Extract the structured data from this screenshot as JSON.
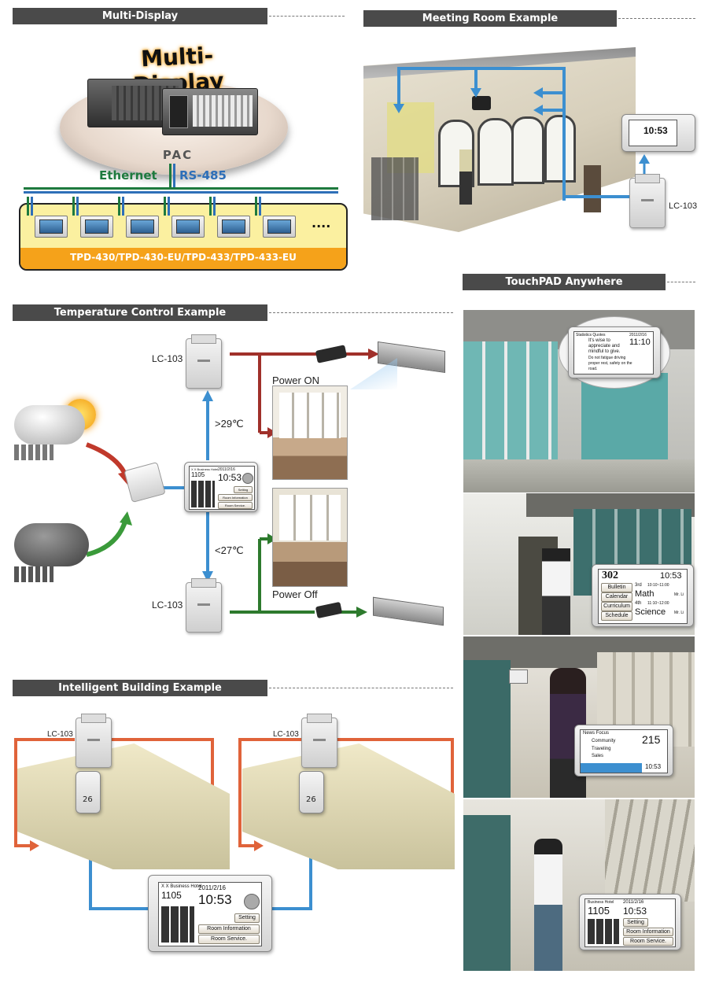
{
  "sections": {
    "multi_display": "Multi-Display",
    "meeting_room": "Meeting Room Example",
    "touchpad_anywhere": "TouchPAD Anywhere",
    "temperature_control": "Temperature Control Example",
    "intelligent_building": "Intelligent Building Example"
  },
  "multi_display": {
    "logo_text": "Multi-Display",
    "pac_label": "PAC",
    "ethernet_label": "Ethernet",
    "rs485_label": "RS-485",
    "ellipsis": "....",
    "models_label": "TPD-430/TPD-430-EU/TPD-433/TPD-433-EU",
    "colors": {
      "ethernet": "#1e7a3e",
      "rs485": "#2e6fb8",
      "models_bar": "#f5a21a",
      "device_strip": "#fbf0a0"
    }
  },
  "meeting_room": {
    "device_label": "LC-103",
    "screen_time": "10:53"
  },
  "temperature": {
    "lc_top_label": "LC-103",
    "lc_bottom_label": "LC-103",
    "hot_threshold": ">29℃",
    "cold_threshold": "<27℃",
    "power_on_label": "Power ON",
    "power_off_label": "Power Off",
    "panel": {
      "hotel": "X X Business Hotel",
      "room": "1105",
      "date": "2011/2/16",
      "time": "10:53",
      "setting": "Setting",
      "room_info": "Room Information",
      "room_service": "Room Service."
    },
    "colors": {
      "hot": "#a0302a",
      "cold": "#2d7a2d",
      "signal": "#3c8fd0"
    }
  },
  "building": {
    "lc_left_label": "LC-103",
    "lc_right_label": "LC-103",
    "wall_panel_value": "26",
    "panel": {
      "hotel": "X X Business Hotel",
      "room": "1105",
      "date": "2011/2/16",
      "time": "10:53",
      "setting": "Setting",
      "room_info": "Room Information",
      "room_service": "Room Service."
    }
  },
  "touchpad": {
    "quote_panel": {
      "title": "Statistics Quotes",
      "date": "2011/2/16",
      "time": "11:10",
      "lines": [
        "It's wise to",
        "appreciate and",
        "mindful to give.",
        "Do not fatigue driving",
        "proper rest, safety on the",
        "road."
      ]
    },
    "school_panel": {
      "room": "302",
      "time": "10:53",
      "buttons": [
        "Bulletin",
        "Calendar",
        "Curriculum",
        "Schedule"
      ],
      "period1": "3rd",
      "time1": "10:10~11:00",
      "subject1": "Math",
      "teacher1": "Mr. Li",
      "period2": "4th",
      "time2": "11:10~12:00",
      "subject2": "Science",
      "teacher2": "Mr. Li"
    },
    "news_panel": {
      "title": "News Focus",
      "items": [
        "Community",
        "Traveling",
        "Sales"
      ],
      "value": "215",
      "time": "10:53"
    },
    "hotel_panel": {
      "hotel": "Business Hotel",
      "room": "1105",
      "date": "2011/2/16",
      "time": "10:53",
      "setting": "Setting",
      "room_info": "Room Information",
      "room_service": "Room Service."
    }
  }
}
